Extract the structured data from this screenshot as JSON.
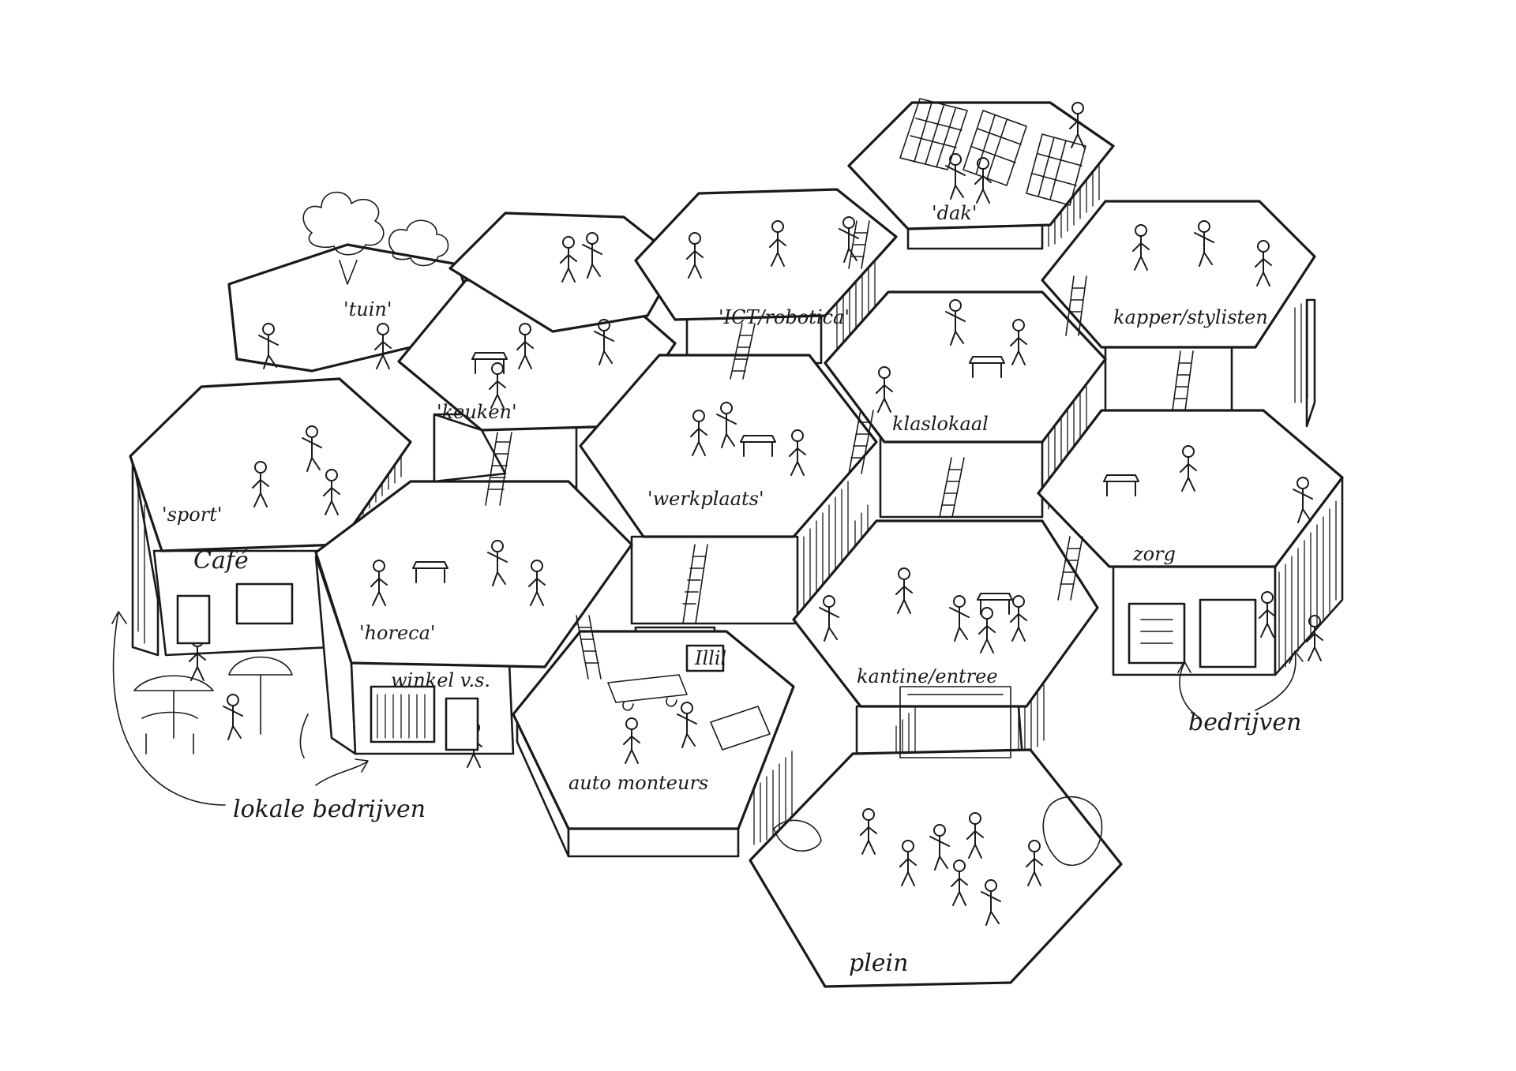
{
  "labels": {
    "tuin": "'tuin'",
    "keuken": "'keuken'",
    "ict": "'ICT/robotica'",
    "dak": "'dak'",
    "kapper": "kapper/stylisten",
    "sport": "'sport'",
    "cafe": "Café",
    "klaslokaal": "klaslokaal",
    "werkplaats": "'werkplaats'",
    "horeca": "'horeca'",
    "winkel": "winkel v.s.",
    "zorg": "zorg",
    "kantine": "kantine/entree",
    "auto": "auto monteurs",
    "plein": "plein",
    "lokale_bedrijven": "lokale bedrijven",
    "bedrijven": "bedrijven",
    "sign": "Illil"
  }
}
